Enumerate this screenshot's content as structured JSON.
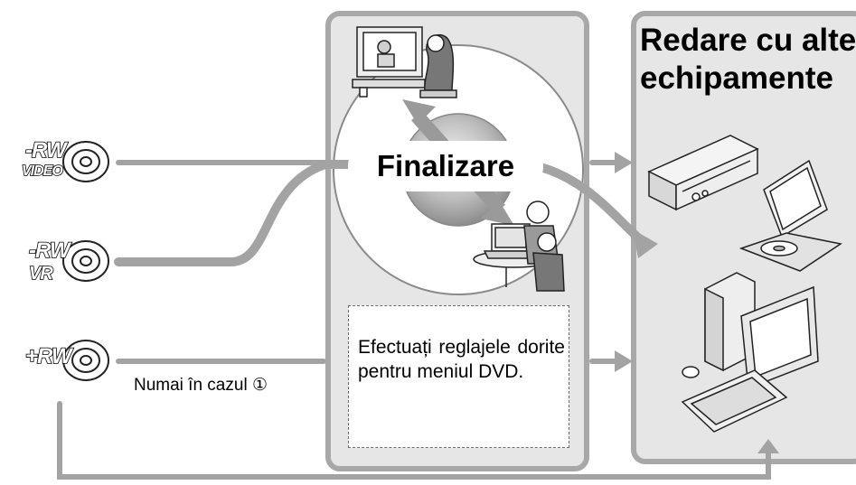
{
  "colors": {
    "panel_fill": "#e6e6e6",
    "panel_border": "#a8a8a8",
    "flow_line": "#a3a3a3",
    "text": "#000000"
  },
  "right_panel": {
    "title": "Redare cu alte\nechipamente"
  },
  "center_panel": {
    "finalize_label": "Finalizare",
    "dvd_menu_text": "Efectuați reglajele dorite pentru meniul DVD."
  },
  "discs": [
    {
      "logo_top": "-RW",
      "logo_bottom": "VIDEO",
      "icon": "dvd-rw-video-mode-disc-icon"
    },
    {
      "logo_top": "-RW",
      "logo_bottom": "VR",
      "icon": "dvd-rw-vr-mode-disc-icon"
    },
    {
      "logo_top": "+RW",
      "logo_bottom": "",
      "icon": "dvd-plus-rw-disc-icon"
    }
  ],
  "case_note": "Numai în cazul ①",
  "illustrations": [
    "tv-viewer-icon",
    "laptop-users-icon",
    "dvd-player-icon",
    "portable-dvd-player-icon",
    "desktop-computer-icon"
  ]
}
